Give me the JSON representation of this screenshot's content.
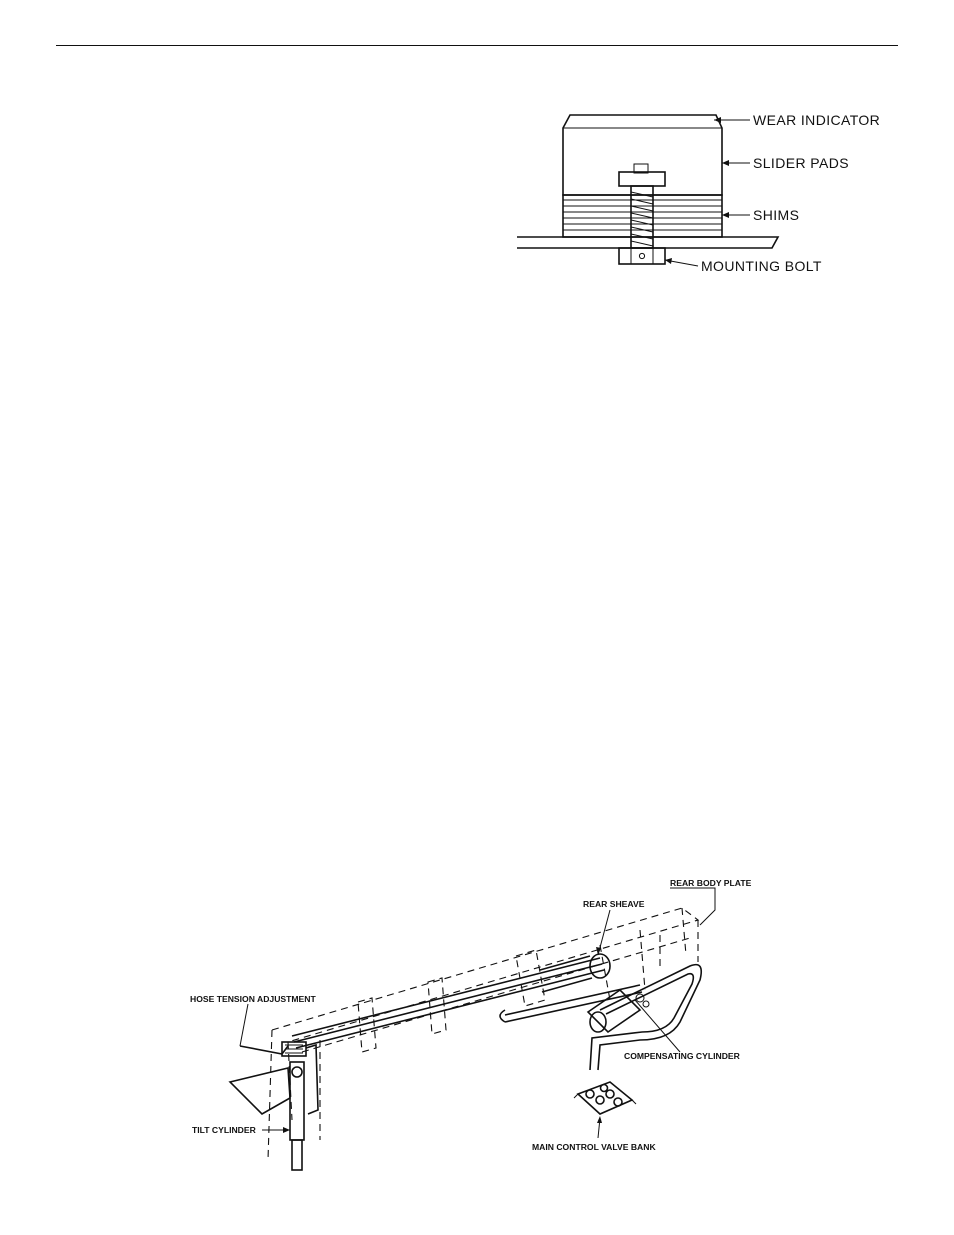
{
  "figure_slider": {
    "labels": {
      "wear_indicator": "WEAR INDICATOR",
      "slider_pads": "SLIDER PADS",
      "shims": "SHIMS",
      "mounting_bolt": "MOUNTING BOLT"
    }
  },
  "figure_hose": {
    "labels": {
      "rear_body_plate": "REAR BODY PLATE",
      "rear_sheave": "REAR SHEAVE",
      "hose_tension_adjustment": "HOSE TENSION ADJUSTMENT",
      "compensating_cylinder": "COMPENSATING CYLINDER",
      "tilt_cylinder": "TILT CYLINDER",
      "main_control_valve_bank": "MAIN CONTROL VALVE BANK"
    }
  }
}
